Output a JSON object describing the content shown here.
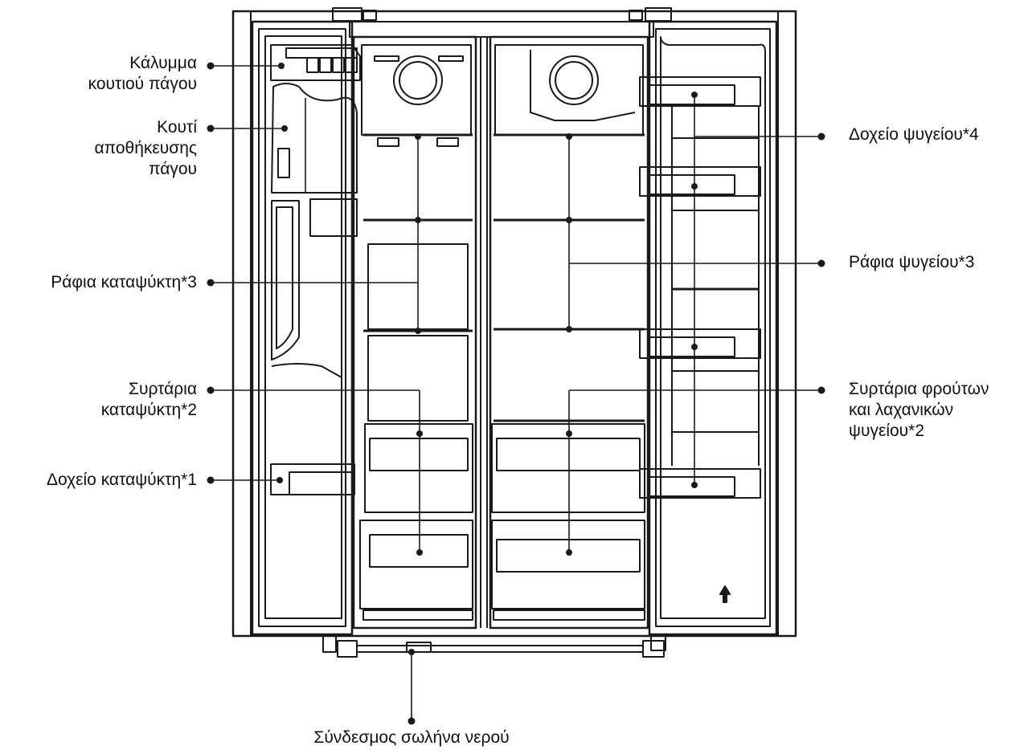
{
  "labels": {
    "ice_box_cover": [
      "Κάλυμμα",
      "κουτιού πάγου"
    ],
    "ice_storage_box": [
      "Κουτί",
      "αποθήκευσης",
      "πάγου"
    ],
    "freezer_shelves": [
      "Ράφια καταψύκτη*3"
    ],
    "freezer_drawers": [
      "Συρτάρια",
      "καταψύκτη*2"
    ],
    "freezer_bin": [
      "Δοχείο καταψύκτη*1"
    ],
    "fridge_bin": [
      "Δοχείο ψυγείου*4"
    ],
    "fridge_shelves": [
      "Ράφια ψυγείου*3"
    ],
    "fridge_crisper_drawers": [
      "Συρτάρια φρούτων",
      "και λαχανικών",
      "ψυγείου*2"
    ],
    "water_pipe_connection": [
      "Σύνδεσμος σωλήνα νερού"
    ]
  },
  "colors": {
    "line": "#1a1a1a",
    "text": "#111111",
    "background": "#ffffff"
  }
}
